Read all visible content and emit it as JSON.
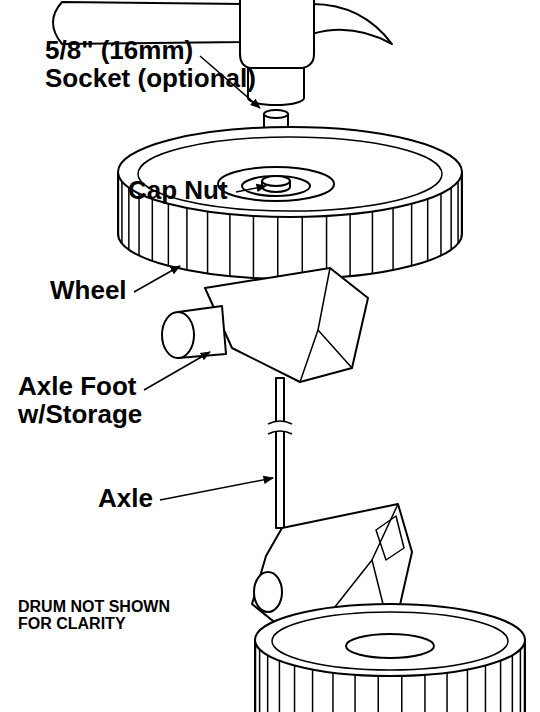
{
  "diagram": {
    "labels": [
      "5/8\" (16mm) Socket (optional)",
      "Cap Nut",
      "Wheel",
      "Axle Foot w/Storage",
      "Axle",
      "DRUM NOT SHOWN FOR CLARITY"
    ]
  }
}
